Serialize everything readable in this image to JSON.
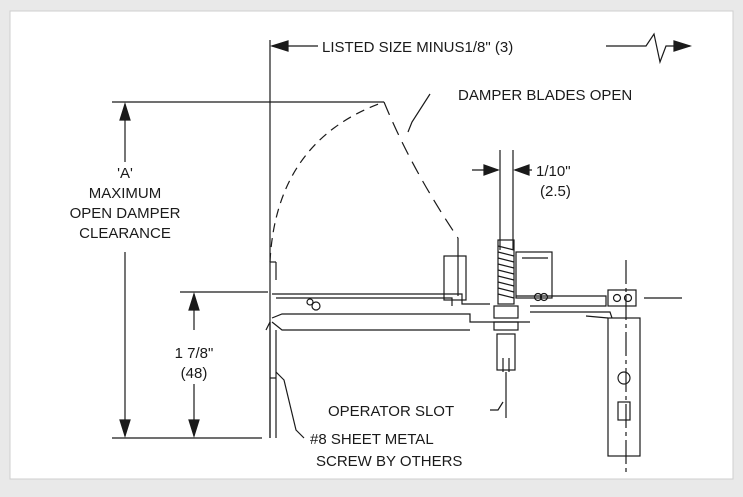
{
  "labels": {
    "listed_size": "LISTED SIZE MINUS1/8\" (3)",
    "damper_blades_open": "DAMPER BLADES OPEN",
    "dim_fraction": "1/10\"",
    "dim_fraction_mm": "(2.5)",
    "clearance_a": "'A'",
    "clearance_line1": "MAXIMUM",
    "clearance_line2": "OPEN DAMPER",
    "clearance_line3": "CLEARANCE",
    "height_in": "1 7/8\"",
    "height_mm": "(48)",
    "operator_slot": "OPERATOR SLOT",
    "screw_line1": "#8 SHEET METAL",
    "screw_line2": "SCREW BY OTHERS"
  }
}
